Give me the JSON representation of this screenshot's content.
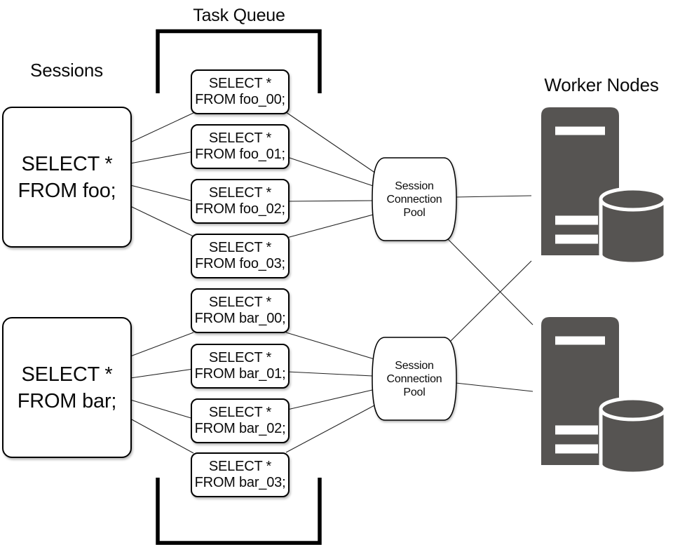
{
  "labels": {
    "sessions": "Sessions",
    "task_queue": "Task Queue",
    "worker_nodes": "Worker Nodes"
  },
  "session_queries": [
    {
      "line1": "SELECT *",
      "line2": "FROM foo;"
    },
    {
      "line1": "SELECT *",
      "line2": "FROM bar;"
    }
  ],
  "tasks": [
    {
      "line1": "SELECT *",
      "line2": "FROM foo_00;"
    },
    {
      "line1": "SELECT *",
      "line2": "FROM foo_01;"
    },
    {
      "line1": "SELECT *",
      "line2": "FROM foo_02;"
    },
    {
      "line1": "SELECT *",
      "line2": "FROM foo_03;"
    },
    {
      "line1": "SELECT *",
      "line2": "FROM bar_00;"
    },
    {
      "line1": "SELECT *",
      "line2": "FROM bar_01;"
    },
    {
      "line1": "SELECT *",
      "line2": "FROM bar_02;"
    },
    {
      "line1": "SELECT *",
      "line2": "FROM bar_03;"
    }
  ],
  "pools": [
    {
      "line1": "Session",
      "line2": "Connection",
      "line3": "Pool"
    },
    {
      "line1": "Session",
      "line2": "Connection",
      "line3": "Pool"
    }
  ],
  "colors": {
    "server_fill": "#565452",
    "connector": "#222222",
    "bracket": "#000000"
  }
}
